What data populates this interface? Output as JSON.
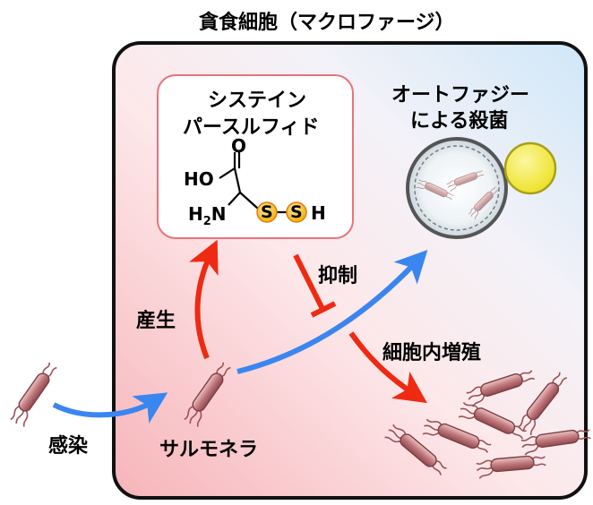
{
  "title": "貪食細胞（マクロファージ）",
  "box": {
    "line1": "システイン",
    "line2": "パースルフィド"
  },
  "molecule": {
    "oh": "HO",
    "o": "O",
    "nh2": "H",
    "nh2_sub": "2",
    "nh2_n": "N",
    "s1": "S",
    "s2": "S",
    "h": "H"
  },
  "autophagy": {
    "line1": "オートファジー",
    "line2": "による殺菌"
  },
  "labels": {
    "inhibition": "抑制",
    "production": "産生",
    "intracellular_growth": "細胞内増殖",
    "infection": "感染",
    "salmonella": "サルモネラ"
  },
  "colors": {
    "red_arrow": "#ee2a12",
    "blue_arrow": "#3a86f0",
    "bacteria": "#b9676c",
    "sulfur": "#f5b417",
    "yellow_ball": "#f3ea3c"
  }
}
